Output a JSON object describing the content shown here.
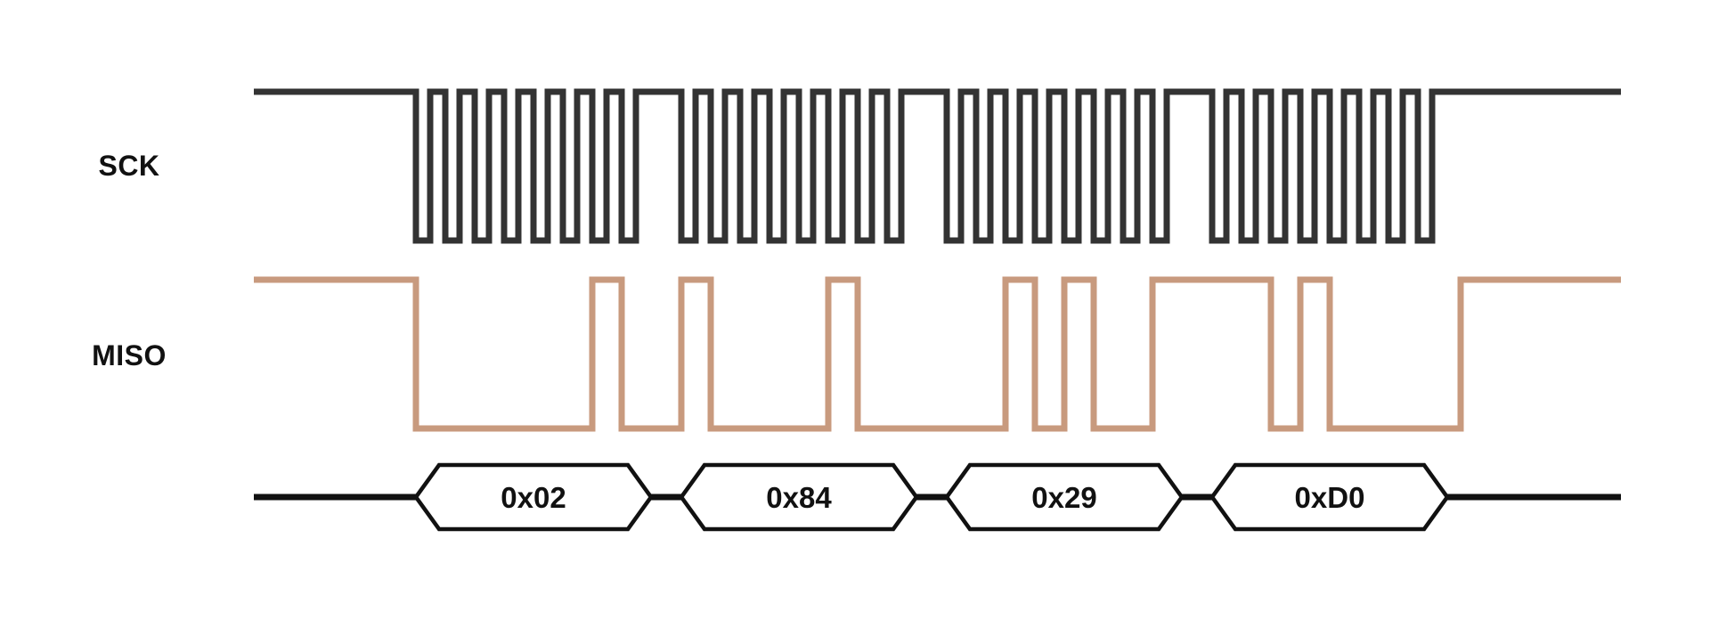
{
  "signals": {
    "sck": {
      "label": "SCK",
      "color": "#333333"
    },
    "miso": {
      "label": "MISO",
      "color": "#C89A7E"
    },
    "bus": {
      "color": "#111111"
    }
  },
  "bytes": [
    {
      "value": "0x02"
    },
    {
      "value": "0x84"
    },
    {
      "value": "0x29"
    },
    {
      "value": "0xD0"
    }
  ],
  "miso_bits": [
    0,
    0,
    0,
    0,
    0,
    0,
    1,
    0,
    1,
    0,
    0,
    0,
    0,
    1,
    0,
    0,
    0,
    0,
    1,
    0,
    1,
    0,
    0,
    1,
    1,
    1,
    0,
    1,
    0,
    0,
    0,
    0
  ]
}
